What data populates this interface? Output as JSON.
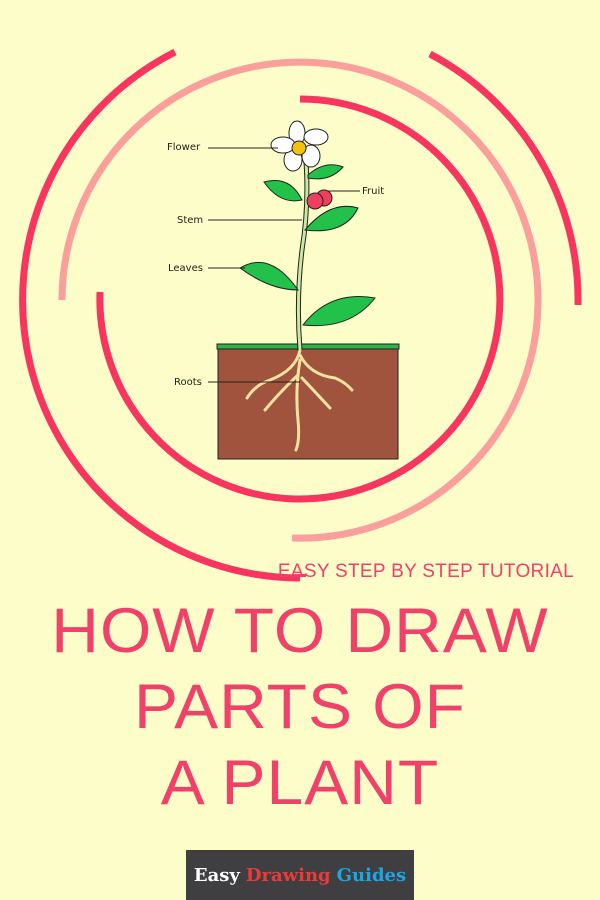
{
  "diagram": {
    "labels": {
      "flower": "Flower",
      "fruit": "Fruit",
      "stem": "Stem",
      "leaves": "Leaves",
      "roots": "Roots"
    }
  },
  "subtitle": "EASY STEP BY STEP TUTORIAL",
  "title_lines": [
    "HOW TO DRAW",
    "PARTS OF",
    "A PLANT"
  ],
  "brand": {
    "part1": "Easy",
    "part2": "Drawing",
    "part3": "Guides"
  },
  "colors": {
    "background": "#fcfdc8",
    "accent": "#f0416a",
    "arc_red": "#f7355f",
    "arc_pink": "#fb9f9c",
    "brand_bg": "#3f3f41"
  }
}
